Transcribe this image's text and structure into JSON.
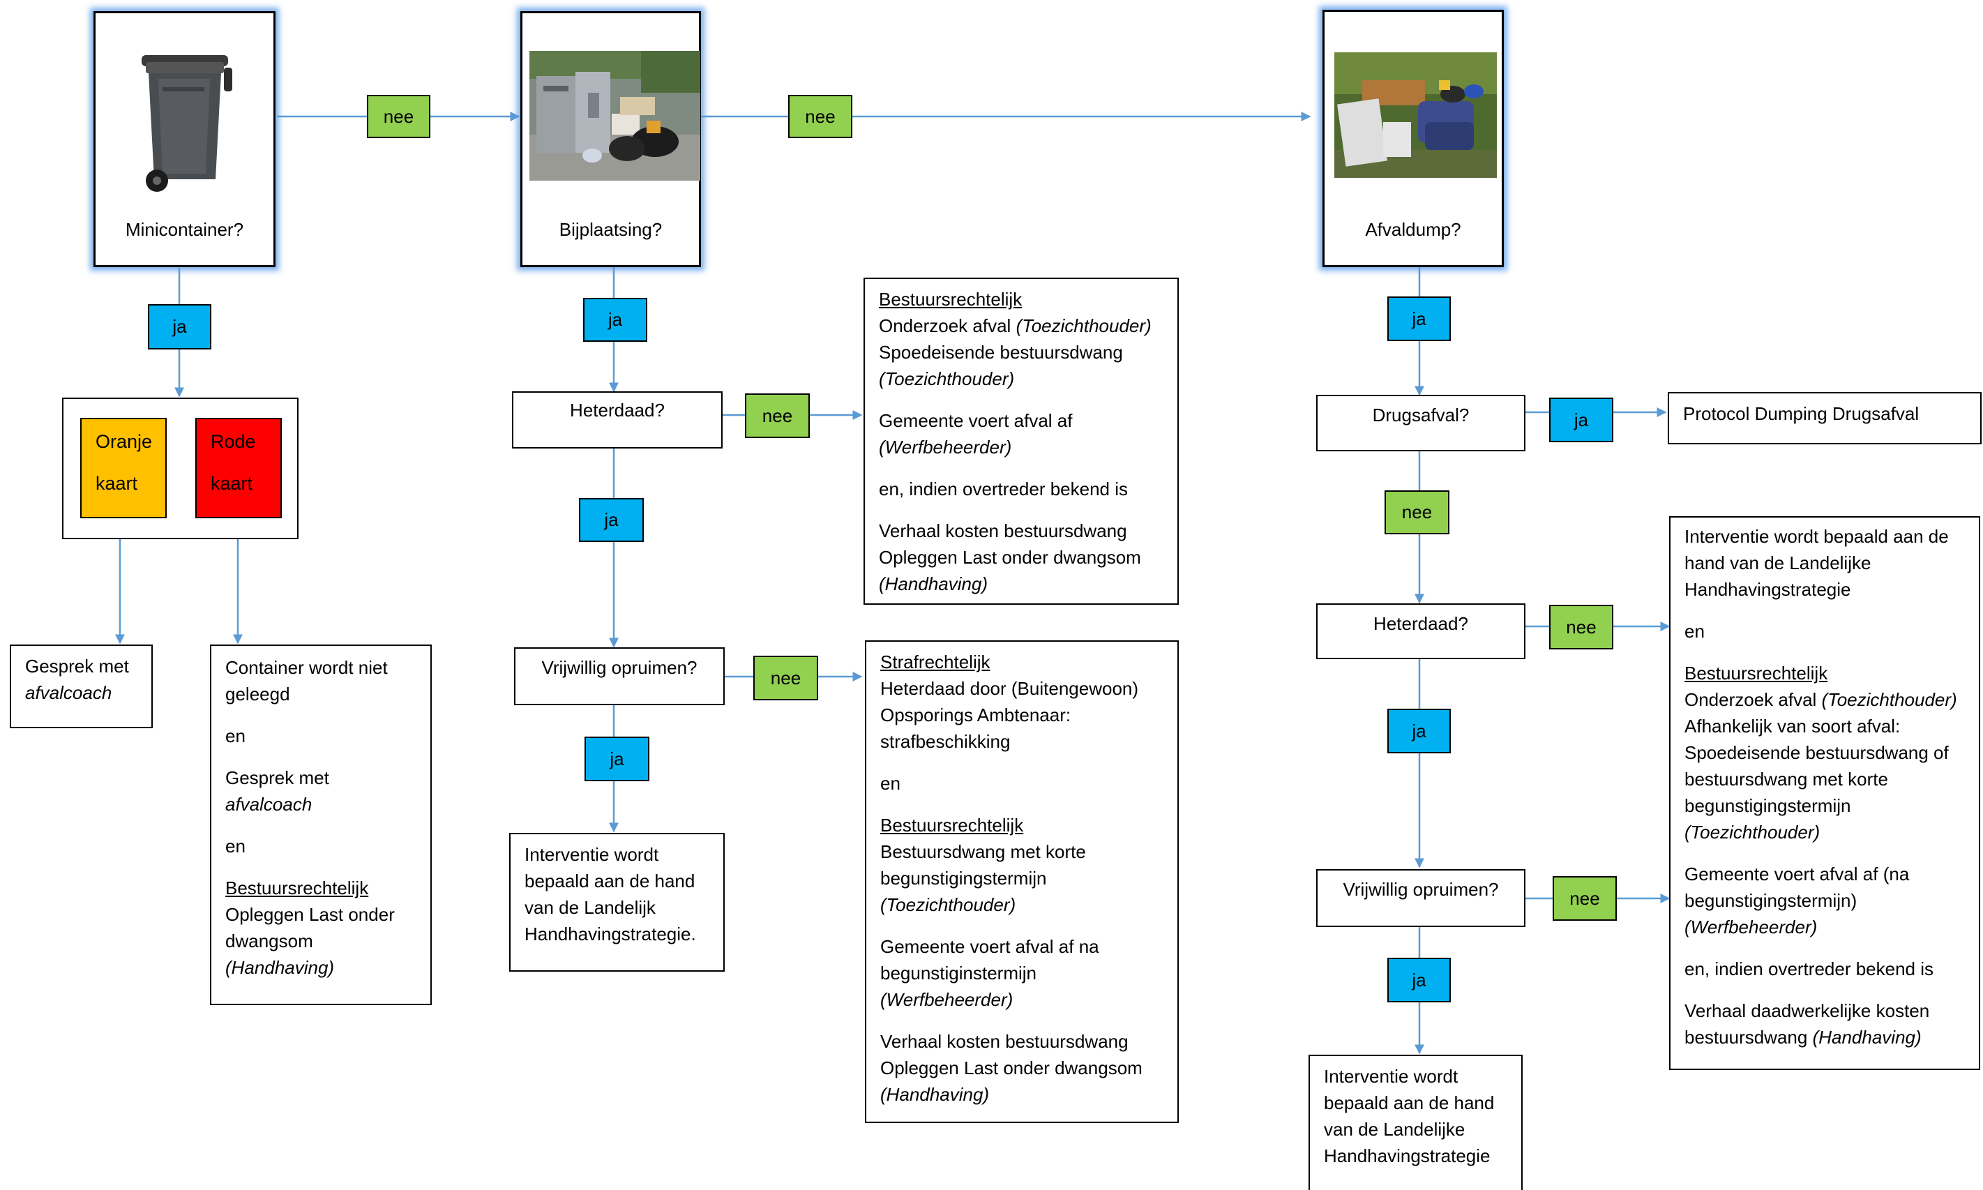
{
  "colors": {
    "ja": "#00b0f0",
    "nee": "#92d050",
    "oranje": "#ffc000",
    "rood": "#ff0000",
    "connector": "#5b9bd5",
    "glow": "#5096e6"
  },
  "labels": {
    "ja": "ja",
    "nee": "nee"
  },
  "column1": {
    "question": "Minicontainer?",
    "picture": "wheelie-bin-photo",
    "oranje_kaart": [
      "Oranje",
      "kaart"
    ],
    "rode_kaart": [
      "Rode",
      "kaart"
    ],
    "gesprek": [
      "Gesprek met",
      "afvalcoach"
    ],
    "container": {
      "line1": "Container wordt niet",
      "line2": "geleegd",
      "en1": "en",
      "gesprek1": "Gesprek met",
      "gesprek2": "afvalcoach",
      "en2": "en",
      "heading": "Bestuursrechtelijk",
      "last1": "Opleggen Last onder",
      "last2": "dwangsom",
      "role": "(Handhaving)"
    }
  },
  "column2": {
    "question": "Bijplaatsing?",
    "picture": "waste-beside-container-photo",
    "heterdaad": "Heterdaad?",
    "vrijwillig": "Vrijwillig opruimen?",
    "interventie": [
      "Interventie wordt",
      "bepaald aan de hand",
      "van de Landelijk",
      "Handhavingstrategie."
    ],
    "bestuurs": {
      "heading": "Bestuursrechtelijk",
      "l1": "Onderzoek afval ",
      "l1_role": "(Toezichthouder)",
      "l2": "Spoedeisende bestuursdwang",
      "l2_role": "(Toezichthouder)",
      "l3": "Gemeente voert afval af",
      "l3_role": "(Werfbeheerder)",
      "l4": "en, indien overtreder bekend is",
      "l5": "Verhaal kosten bestuursdwang",
      "l6": "Opleggen Last onder dwangsom",
      "l6_role": "(Handhaving)"
    },
    "straf": {
      "heading": "Strafrechtelijk",
      "l1": "Heterdaad door (Buitengewoon)",
      "l2": "Opsporings Ambtenaar:",
      "l3": "strafbeschikking",
      "en": "en",
      "heading2": "Bestuursrechtelijk",
      "l4": "Bestuursdwang met korte",
      "l5": "begunstigingstermijn",
      "l5_role": "(Toezichthouder)",
      "l6": "Gemeente voert afval af na",
      "l7": "begunstiginstermijn",
      "l7_role": "(Werfbeheerder)",
      "l8": "Verhaal kosten bestuursdwang",
      "l9": "Opleggen Last onder dwangsom",
      "l9_role": "(Handhaving)"
    }
  },
  "column3": {
    "question": "Afvaldump?",
    "picture": "dumped-furniture-photo",
    "drugs": "Drugsafval?",
    "protocol": "Protocol Dumping Drugsafval",
    "heterdaad": "Heterdaad?",
    "vrijwillig": "Vrijwillig opruimen?",
    "interventie": [
      "Interventie wordt",
      "bepaald aan de hand",
      "van de Landelijke",
      "Handhavingstrategie"
    ],
    "right": {
      "i1": "Interventie wordt bepaald aan de",
      "i2": "hand van de Landelijke",
      "i3": "Handhavingstrategie",
      "en": "en",
      "heading": "Bestuursrechtelijk",
      "l1": "Onderzoek afval ",
      "l1_role": "(Toezichthouder)",
      "l2": "Afhankelijk van soort afval:",
      "l3": "Spoedeisende bestuursdwang of",
      "l4": "bestuursdwang met korte",
      "l5": "begunstigingstermijn",
      "l5_role": "(Toezichthouder)",
      "l6": "Gemeente voert afval af (na",
      "l7": "begunstigingstermijn)",
      "l7_role": "(Werfbeheerder)",
      "l8": "en, indien overtreder bekend is",
      "l9": "Verhaal daadwerkelijke kosten",
      "l10": "bestuursdwang ",
      "l10_role": "(Handhaving)"
    }
  }
}
